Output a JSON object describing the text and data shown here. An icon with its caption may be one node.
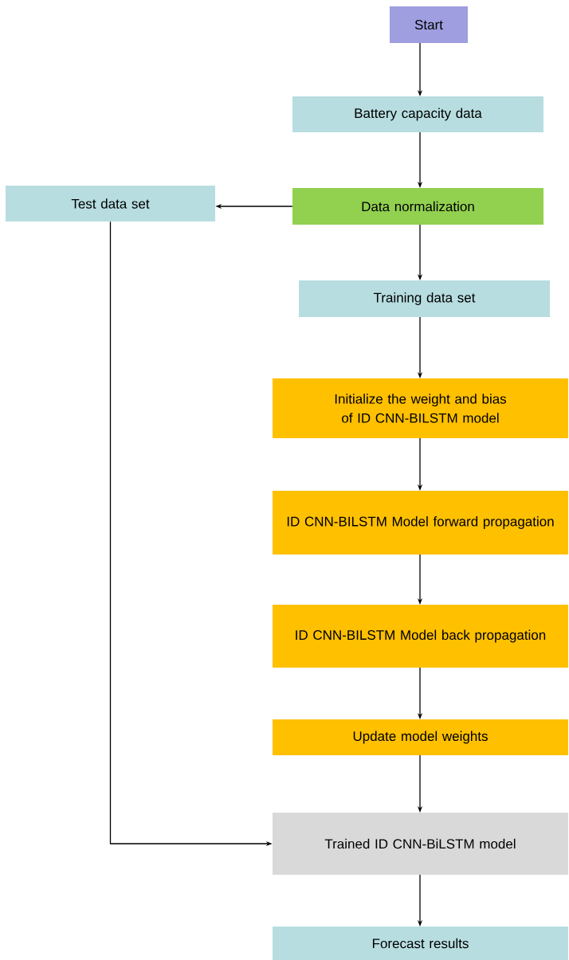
{
  "diagram": {
    "nodes": [
      {
        "text": [
          "Start"
        ]
      },
      {
        "text": [
          "Battery capacity data"
        ]
      },
      {
        "text": [
          "Data normalization"
        ]
      },
      {
        "text": [
          "Test data set"
        ]
      },
      {
        "text": [
          "Training data set"
        ]
      },
      {
        "text": [
          "Initialize the weight and bias of ID CNN-BILSTM model"
        ]
      },
      {
        "text": [
          "ID CNN-BILSTM Model forward propagation"
        ]
      },
      {
        "text": [
          "ID CNN-BILSTM Model back propagation"
        ]
      },
      {
        "text": [
          "Update model weights"
        ]
      },
      {
        "text": [
          "Trained ID CNN-BiLSTM model"
        ]
      },
      {
        "text": [
          "Forecast results"
        ]
      }
    ],
    "edges": [
      {
        "from": 0,
        "to": 1,
        "arrow": "to"
      },
      {
        "from": 1,
        "to": 2,
        "arrow": "to"
      },
      {
        "from": 2,
        "to": 3,
        "arrow": "to"
      },
      {
        "from": 2,
        "to": 4,
        "arrow": "to"
      },
      {
        "from": 4,
        "to": 5,
        "arrow": "to"
      },
      {
        "from": 5,
        "to": 6,
        "arrow": "to"
      },
      {
        "from": 6,
        "to": 7,
        "arrow": "to"
      },
      {
        "from": 7,
        "to": 8,
        "arrow": "to"
      },
      {
        "from": 8,
        "to": 9,
        "arrow": "to"
      },
      {
        "from": 3,
        "to": 9,
        "arrow": "to"
      },
      {
        "from": 9,
        "to": 10,
        "arrow": "to"
      }
    ]
  }
}
